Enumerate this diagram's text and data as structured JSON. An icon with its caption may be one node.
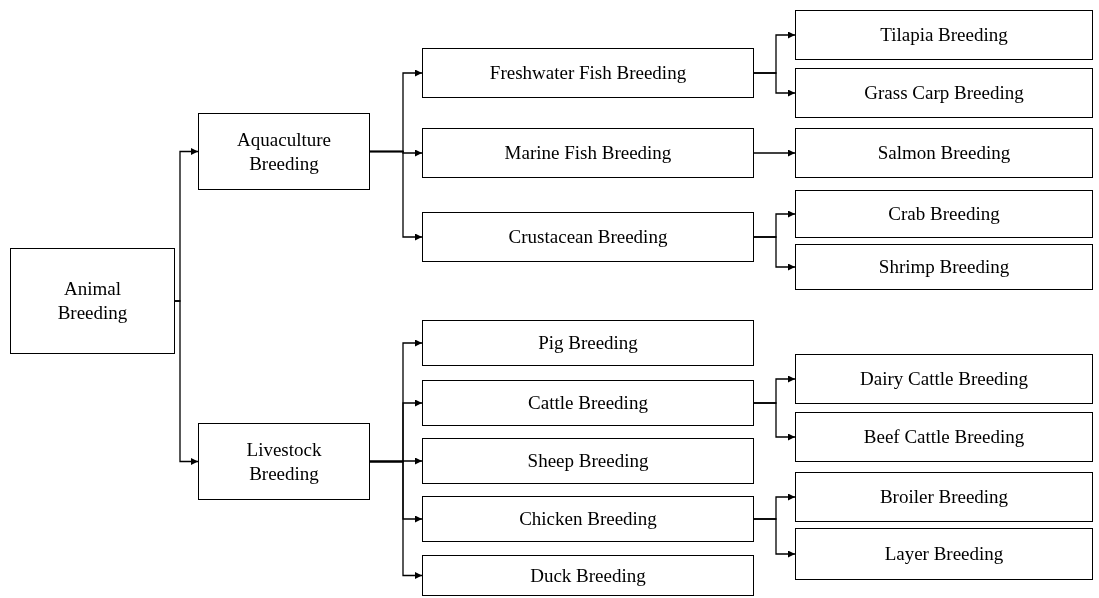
{
  "diagram": {
    "nodes": [
      {
        "text": [
          "Animal Breeding"
        ]
      },
      {
        "text": [
          "Aquaculture Breeding"
        ]
      },
      {
        "text": [
          "Livestock Breeding"
        ]
      },
      {
        "text": [
          "Freshwater Fish Breeding"
        ]
      },
      {
        "text": [
          "Marine Fish Breeding"
        ]
      },
      {
        "text": [
          "Crustacean Breeding"
        ]
      },
      {
        "text": [
          "Pig Breeding"
        ]
      },
      {
        "text": [
          "Cattle Breeding"
        ]
      },
      {
        "text": [
          "Sheep Breeding"
        ]
      },
      {
        "text": [
          "Chicken Breeding"
        ]
      },
      {
        "text": [
          "Duck Breeding"
        ]
      },
      {
        "text": [
          "Tilapia Breeding"
        ]
      },
      {
        "text": [
          "Grass Carp Breeding"
        ]
      },
      {
        "text": [
          "Salmon Breeding"
        ]
      },
      {
        "text": [
          "Crab Breeding"
        ]
      },
      {
        "text": [
          "Shrimp Breeding"
        ]
      },
      {
        "text": [
          "Dairy Cattle Breeding"
        ]
      },
      {
        "text": [
          "Beef Cattle Breeding"
        ]
      },
      {
        "text": [
          "Broiler Breeding"
        ]
      },
      {
        "text": [
          "Layer Breeding"
        ]
      }
    ],
    "edges": [
      {
        "from": 0,
        "to": 1,
        "arrow": "to"
      },
      {
        "from": 0,
        "to": 2,
        "arrow": "to"
      },
      {
        "from": 1,
        "to": 3,
        "arrow": "to"
      },
      {
        "from": 1,
        "to": 4,
        "arrow": "to"
      },
      {
        "from": 1,
        "to": 5,
        "arrow": "to"
      },
      {
        "from": 2,
        "to": 6,
        "arrow": "to"
      },
      {
        "from": 2,
        "to": 7,
        "arrow": "to"
      },
      {
        "from": 2,
        "to": 8,
        "arrow": "to"
      },
      {
        "from": 2,
        "to": 9,
        "arrow": "to"
      },
      {
        "from": 2,
        "to": 10,
        "arrow": "to"
      },
      {
        "from": 3,
        "to": 11,
        "arrow": "to"
      },
      {
        "from": 3,
        "to": 12,
        "arrow": "to"
      },
      {
        "from": 4,
        "to": 13,
        "arrow": "to"
      },
      {
        "from": 5,
        "to": 14,
        "arrow": "to"
      },
      {
        "from": 5,
        "to": 15,
        "arrow": "to"
      },
      {
        "from": 7,
        "to": 16,
        "arrow": "to"
      },
      {
        "from": 7,
        "to": 17,
        "arrow": "to"
      },
      {
        "from": 9,
        "to": 18,
        "arrow": "to"
      },
      {
        "from": 9,
        "to": 19,
        "arrow": "to"
      }
    ]
  }
}
